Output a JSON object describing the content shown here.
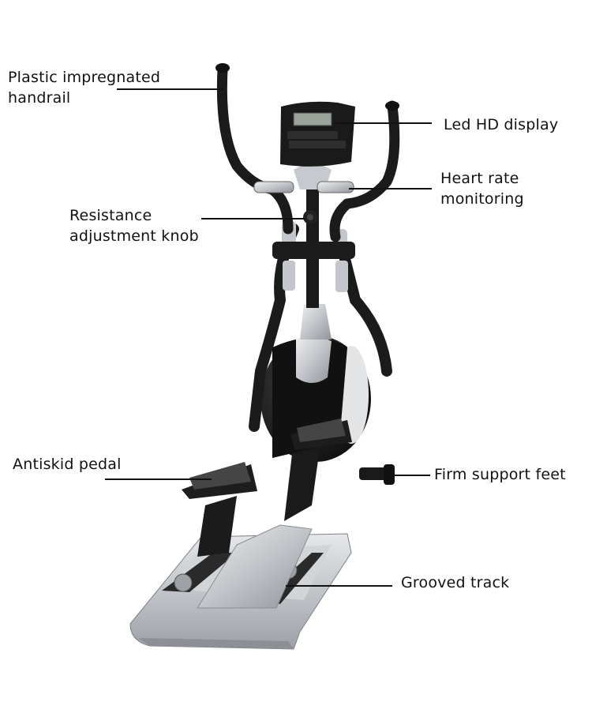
{
  "callouts": {
    "handrail": {
      "line1": "Plastic impregnated",
      "line2": "handrail"
    },
    "display": {
      "line1": "Led HD display"
    },
    "heart_rate": {
      "line1": "Heart rate",
      "line2": "monitoring"
    },
    "knob": {
      "line1": "Resistance",
      "line2": "adjustment knob"
    },
    "pedal": {
      "line1": "Antiskid pedal"
    },
    "feet": {
      "line1": "Firm support feet"
    },
    "track": {
      "line1": "Grooved track"
    }
  },
  "colors": {
    "frame_black": "#1b1b1b",
    "silver": "#b9bcc0",
    "silver_light": "#e3e5e8",
    "silver_dark": "#8e9297",
    "screen": "#9aa39a"
  }
}
